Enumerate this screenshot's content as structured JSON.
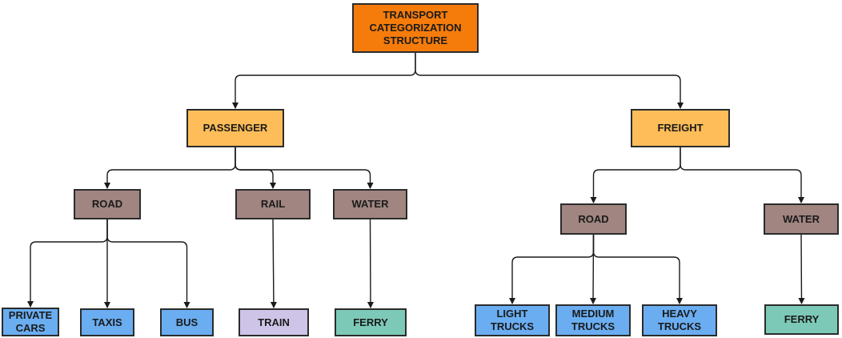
{
  "colors": {
    "root": "#f57c0b",
    "category": "#ffbd59",
    "mode": "#a08580",
    "leaf_blue": "#6aadf1",
    "leaf_purple": "#cdc4e8",
    "leaf_green": "#7dc9b7",
    "line": "#1a1a1a"
  },
  "nodes": {
    "root": "TRANSPORT\nCATEGORIZATION\nSTRUCTURE",
    "passenger": "PASSENGER",
    "freight": "FREIGHT",
    "p_road": "ROAD",
    "p_rail": "RAIL",
    "p_water": "WATER",
    "f_road": "ROAD",
    "f_water": "WATER",
    "private_cars": "PRIVATE\nCARS",
    "taxis": "TAXIS",
    "bus": "BUS",
    "train": "TRAIN",
    "p_ferry": "FERRY",
    "light_trucks": "LIGHT\nTRUCKS",
    "medium_trucks": "MEDIUM\nTRUCKS",
    "heavy_trucks": "HEAVY\nTRUCKS",
    "f_ferry": "FERRY"
  },
  "edges": [
    [
      "root",
      "passenger"
    ],
    [
      "root",
      "freight"
    ],
    [
      "passenger",
      "p_road"
    ],
    [
      "passenger",
      "p_rail"
    ],
    [
      "passenger",
      "p_water"
    ],
    [
      "freight",
      "f_road"
    ],
    [
      "freight",
      "f_water"
    ],
    [
      "p_road",
      "private_cars"
    ],
    [
      "p_road",
      "taxis"
    ],
    [
      "p_road",
      "bus"
    ],
    [
      "p_rail",
      "train"
    ],
    [
      "p_water",
      "p_ferry"
    ],
    [
      "f_road",
      "light_trucks"
    ],
    [
      "f_road",
      "medium_trucks"
    ],
    [
      "f_road",
      "heavy_trucks"
    ],
    [
      "f_water",
      "f_ferry"
    ]
  ]
}
